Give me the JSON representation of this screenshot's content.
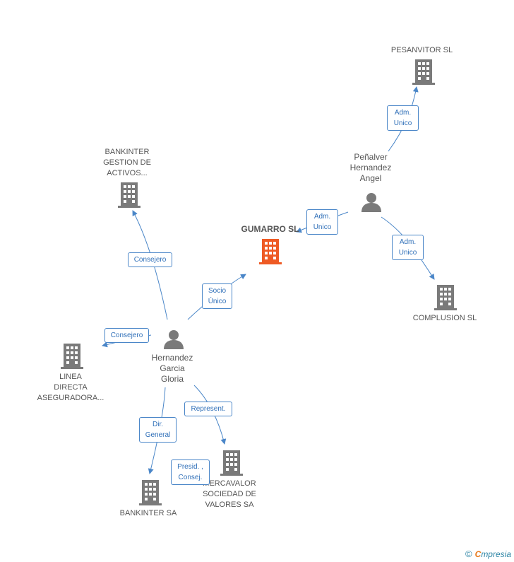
{
  "nodes": {
    "gumarro": {
      "label": "GUMARRO SL"
    },
    "pesanvitor": {
      "label": "PESANVITOR  SL"
    },
    "complusion": {
      "label": "COMPLUSION  SL"
    },
    "bankinter_gestion": {
      "label": "BANKINTER\nGESTION DE\nACTIVOS..."
    },
    "linea_directa": {
      "label": "LINEA\nDIRECTA\nASEGURADORA..."
    },
    "bankinter_sa": {
      "label": "BANKINTER SA"
    },
    "mercavalor": {
      "label": "MERCAVALOR\nSOCIEDAD DE\nVALORES SA"
    },
    "penalver": {
      "label": "Peñalver\nHernandez\nAngel"
    },
    "hernandez": {
      "label": "Hernandez\nGarcia\nGloria"
    }
  },
  "edges": {
    "penalver_pesanvitor": "Adm.\nUnico",
    "penalver_gumarro": "Adm.\nUnico",
    "penalver_complusion": "Adm.\nUnico",
    "hernandez_gumarro": "Socio\nÚnico",
    "hernandez_bankinter_gestion": "Consejero",
    "hernandez_linea": "Consejero",
    "hernandez_mercavalor": "Represent.",
    "hernandez_bankinter_sa": "Dir.\nGeneral",
    "presid_consej": "Presid. ,\nConsej."
  },
  "colors": {
    "edge": "#4a86c8",
    "company": "#7a7a7a",
    "company_main": "#ee5a24",
    "person": "#7a7a7a"
  },
  "footer": {
    "copyright": "©",
    "brand_e": "C",
    "brand_rest": "mpresia"
  }
}
